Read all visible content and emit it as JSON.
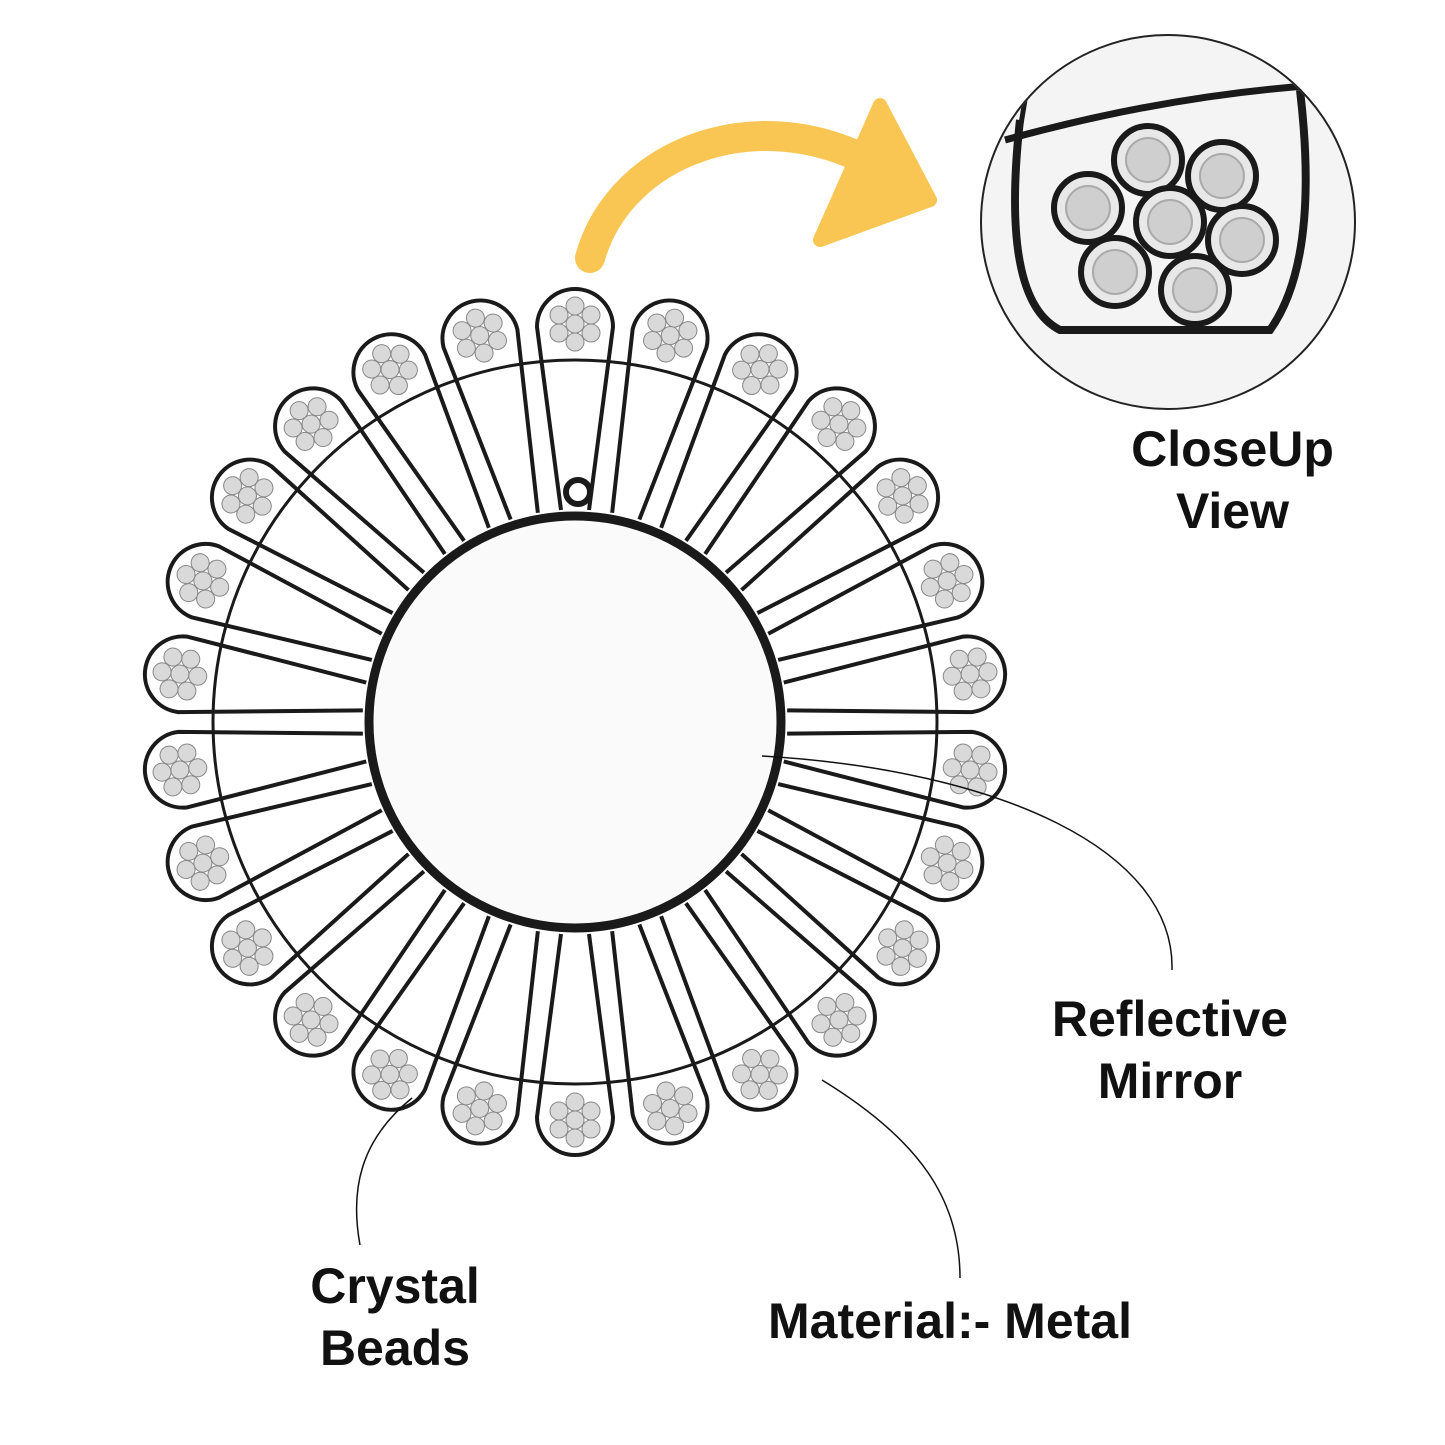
{
  "labels": {
    "closeup": [
      "CloseUp",
      "View"
    ],
    "mirror": [
      "Reflective",
      "Mirror"
    ],
    "beads": [
      "Crystal",
      "Beads"
    ],
    "material": "Material:- Metal"
  },
  "product": {
    "petal_count": 26,
    "closeup_bead_count": 7
  },
  "colors": {
    "arrow": "#F9C654",
    "metal": "#1a1a1a",
    "bead": "#d9d9d9"
  }
}
